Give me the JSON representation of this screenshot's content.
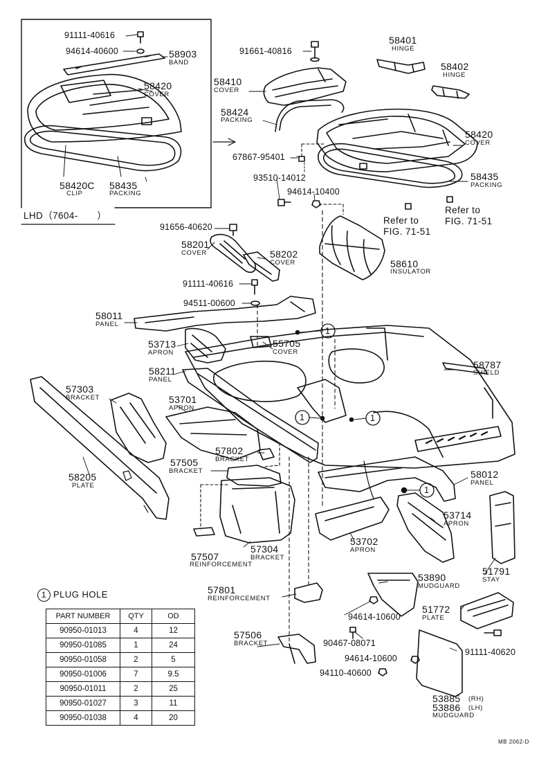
{
  "inset": {
    "region_label": "LHD（7604-　　）",
    "callouts": [
      {
        "part": "91111-40616"
      },
      {
        "part": "94614-40600"
      },
      {
        "part": "58903",
        "name": "BAND"
      },
      {
        "part": "58420",
        "name": "COVER"
      },
      {
        "part": "58420C",
        "name": "CLIP"
      },
      {
        "part": "58435",
        "name": "PACKING"
      }
    ]
  },
  "callouts": [
    {
      "part": "91661-40816"
    },
    {
      "part": "58401",
      "name": "HINGE"
    },
    {
      "part": "58402",
      "name": "HINGE"
    },
    {
      "part": "58410",
      "name": "COVER"
    },
    {
      "part": "58424",
      "name": "PACKING"
    },
    {
      "part": "58420",
      "name": "COVER"
    },
    {
      "part": "67867-95401"
    },
    {
      "part": "58435",
      "name": "PACKING"
    },
    {
      "part": "93510-14012"
    },
    {
      "part": "94614-10400"
    },
    {
      "part": "91656-40620"
    },
    {
      "part": "58201",
      "name": "COVER"
    },
    {
      "part": "58202",
      "name": "COVER"
    },
    {
      "part": "58610",
      "name": "INSULATOR"
    },
    {
      "part": "91111-40616"
    },
    {
      "part": "94511-00600"
    },
    {
      "part": "58011",
      "name": "PANEL"
    },
    {
      "part": "53713",
      "name": "APRON"
    },
    {
      "part": "55705",
      "name": "COVER"
    },
    {
      "part": "58211",
      "name": "PANEL"
    },
    {
      "part": "58787",
      "name": "SHIELD"
    },
    {
      "part": "57303",
      "name": "BRACKET"
    },
    {
      "part": "53701",
      "name": "APRON"
    },
    {
      "part": "57802",
      "name": "BRACKET"
    },
    {
      "part": "57505",
      "name": "BRACKET"
    },
    {
      "part": "58205",
      "name": "PLATE"
    },
    {
      "part": "58012",
      "name": "PANEL"
    },
    {
      "part": "53714",
      "name": "APRON"
    },
    {
      "part": "57507",
      "name": "REINFORCEMENT"
    },
    {
      "part": "57304",
      "name": "BRACKET"
    },
    {
      "part": "53702",
      "name": "APRON"
    },
    {
      "part": "51791",
      "name": "STAY"
    },
    {
      "part": "53890",
      "name": "MUDGUARD"
    },
    {
      "part": "57801",
      "name": "REINFORCEMENT"
    },
    {
      "part": "94614-10600"
    },
    {
      "part": "51772",
      "name": "PLATE"
    },
    {
      "part": "57506",
      "name": "BRACKET"
    },
    {
      "part": "90467-08071"
    },
    {
      "part": "91111-40620"
    },
    {
      "part": "94614-10600"
    },
    {
      "part": "94110-40600"
    },
    {
      "part": "53885",
      "name": "(RH)"
    },
    {
      "part": "53886",
      "name": "(LH)"
    },
    {
      "part": "MUDGUARD"
    }
  ],
  "plug_marker": "1",
  "refs": [
    {
      "line1": "Refer to",
      "line2": "FIG. 71-51"
    },
    {
      "line1": "Refer to",
      "line2": "FIG. 71-51"
    }
  ],
  "plug_hole_table": {
    "title": "PLUG HOLE",
    "marker": "1",
    "headers": [
      "PART NUMBER",
      "QTY",
      "OD"
    ],
    "rows": [
      [
        "90950-01013",
        "4",
        "12"
      ],
      [
        "90950-01085",
        "1",
        "24"
      ],
      [
        "90950-01058",
        "2",
        "5"
      ],
      [
        "90950-01006",
        "7",
        "9.5"
      ],
      [
        "90950-01011",
        "2",
        "25"
      ],
      [
        "90950-01027",
        "3",
        "11"
      ],
      [
        "90950-01038",
        "4",
        "20"
      ]
    ]
  },
  "code": "MB 2062-D"
}
